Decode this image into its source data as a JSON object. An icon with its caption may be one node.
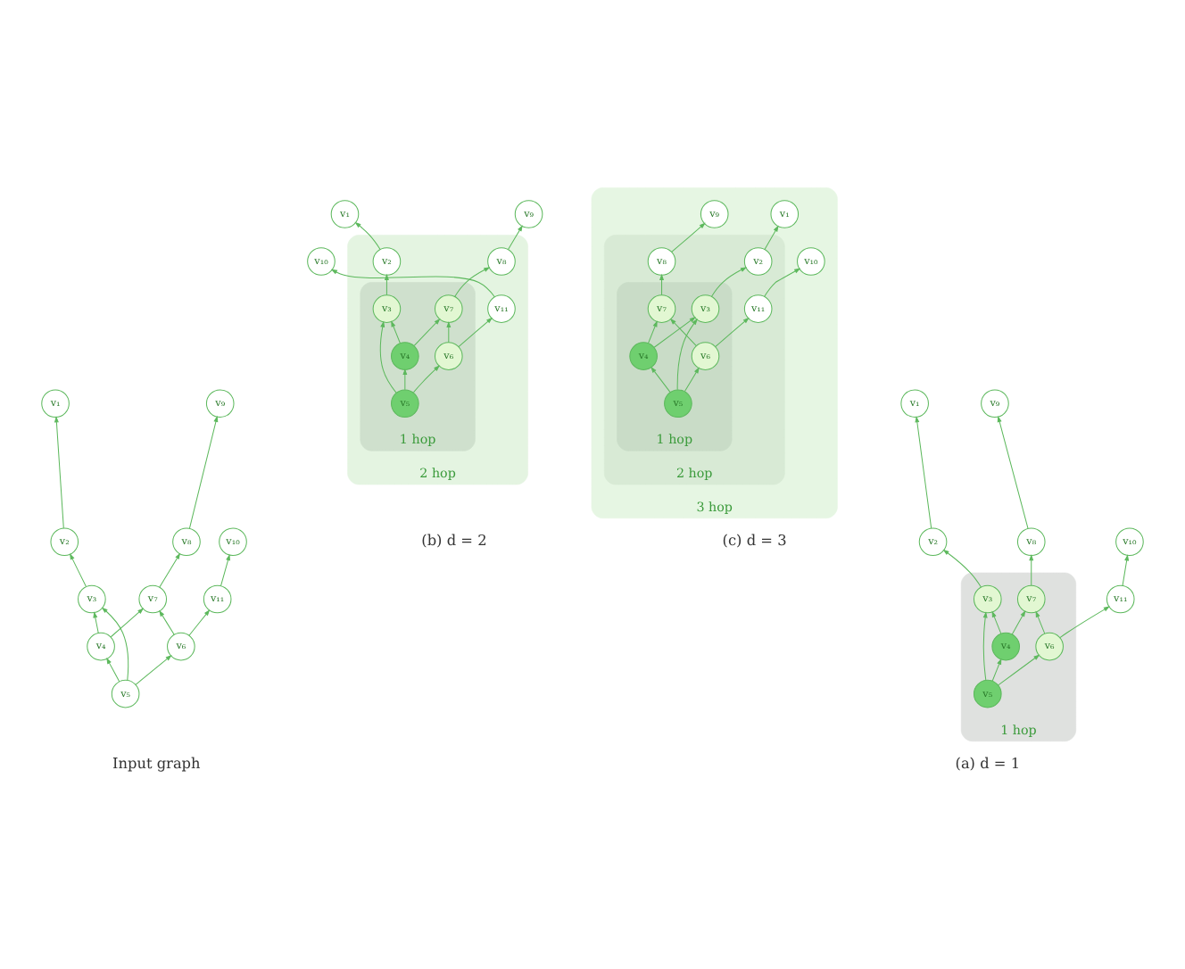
{
  "diagram": {
    "nodes": [
      {
        "text": [
          "v₁"
        ]
      },
      {
        "text": [
          "v₂"
        ]
      },
      {
        "text": [
          "v₃"
        ]
      },
      {
        "text": [
          "v₄"
        ]
      },
      {
        "text": [
          "v₅"
        ]
      },
      {
        "text": [
          "v₆"
        ]
      },
      {
        "text": [
          "v₇"
        ]
      },
      {
        "text": [
          "v₈"
        ]
      },
      {
        "text": [
          "v₉"
        ]
      },
      {
        "text": [
          "v₁₀"
        ]
      },
      {
        "text": [
          "v₁₁"
        ]
      },
      {
        "text": [
          "1 hop"
        ]
      },
      {
        "text": [
          "v₁"
        ]
      },
      {
        "text": [
          "v₂"
        ]
      },
      {
        "text": [
          "v₃"
        ],
        "in": 11
      },
      {
        "text": [
          "v₄"
        ],
        "in": 11
      },
      {
        "text": [
          "v₅"
        ],
        "in": 11
      },
      {
        "text": [
          "v₆"
        ],
        "in": 11
      },
      {
        "text": [
          "v₇"
        ],
        "in": 11
      },
      {
        "text": [
          "v₈"
        ]
      },
      {
        "text": [
          "v₉"
        ]
      },
      {
        "text": [
          "v₁₀"
        ]
      },
      {
        "text": [
          "v₁₁"
        ]
      },
      {
        "text": [
          "2 hop"
        ]
      },
      {
        "text": [
          "1 hop"
        ],
        "in": 23
      },
      {
        "text": [
          "v₁"
        ]
      },
      {
        "text": [
          "v₂"
        ],
        "in": 23
      },
      {
        "text": [
          "v₃"
        ],
        "in": 24
      },
      {
        "text": [
          "v₄"
        ],
        "in": 24
      },
      {
        "text": [
          "v₅"
        ],
        "in": 24
      },
      {
        "text": [
          "v₆"
        ],
        "in": 24
      },
      {
        "text": [
          "v₇"
        ],
        "in": 24
      },
      {
        "text": [
          "v₈"
        ],
        "in": 23
      },
      {
        "text": [
          "v₉"
        ]
      },
      {
        "text": [
          "v₁₀"
        ]
      },
      {
        "text": [
          "v₁₁"
        ],
        "in": 23
      },
      {
        "text": [
          "3 hop"
        ]
      },
      {
        "text": [
          "2 hop"
        ],
        "in": 36
      },
      {
        "text": [
          "1 hop"
        ],
        "in": 37
      },
      {
        "text": [
          "v₁"
        ],
        "in": 36
      },
      {
        "text": [
          "v₂"
        ],
        "in": 37
      },
      {
        "text": [
          "v₃"
        ],
        "in": 38
      },
      {
        "text": [
          "v₄"
        ],
        "in": 38
      },
      {
        "text": [
          "v₅"
        ],
        "in": 38
      },
      {
        "text": [
          "v₆"
        ],
        "in": 38
      },
      {
        "text": [
          "v₇"
        ],
        "in": 38
      },
      {
        "text": [
          "v₈"
        ],
        "in": 37
      },
      {
        "text": [
          "v₉"
        ],
        "in": 36
      },
      {
        "text": [
          "v₁₀"
        ],
        "in": 36
      },
      {
        "text": [
          "v₁₁"
        ],
        "in": 37
      }
    ],
    "edges": [
      {
        "from": 4,
        "to": 3,
        "arrow": "to"
      },
      {
        "from": 4,
        "to": 2,
        "arrow": "to"
      },
      {
        "from": 4,
        "to": 5,
        "arrow": "to"
      },
      {
        "from": 3,
        "to": 2,
        "arrow": "to"
      },
      {
        "from": 3,
        "to": 6,
        "arrow": "to"
      },
      {
        "from": 2,
        "to": 1,
        "arrow": "to"
      },
      {
        "from": 1,
        "to": 0,
        "arrow": "to"
      },
      {
        "from": 5,
        "to": 6,
        "arrow": "to"
      },
      {
        "from": 6,
        "to": 7,
        "arrow": "to"
      },
      {
        "from": 7,
        "to": 8,
        "arrow": "to"
      },
      {
        "from": 5,
        "to": 10,
        "arrow": "to"
      },
      {
        "from": 10,
        "to": 9,
        "arrow": "to"
      },
      {
        "from": 16,
        "to": 15,
        "arrow": "to"
      },
      {
        "from": 16,
        "to": 14,
        "arrow": "to"
      },
      {
        "from": 16,
        "to": 17,
        "arrow": "to"
      },
      {
        "from": 15,
        "to": 14,
        "arrow": "to"
      },
      {
        "from": 15,
        "to": 18,
        "arrow": "to"
      },
      {
        "from": 14,
        "to": 13,
        "arrow": "to"
      },
      {
        "from": 13,
        "to": 12,
        "arrow": "to"
      },
      {
        "from": 17,
        "to": 18,
        "arrow": "to"
      },
      {
        "from": 18,
        "to": 19,
        "arrow": "to"
      },
      {
        "from": 19,
        "to": 20,
        "arrow": "to"
      },
      {
        "from": 17,
        "to": 22,
        "arrow": "to"
      },
      {
        "from": 22,
        "to": 21,
        "arrow": "to"
      },
      {
        "from": 29,
        "to": 28,
        "arrow": "to"
      },
      {
        "from": 29,
        "to": 27,
        "arrow": "to"
      },
      {
        "from": 29,
        "to": 30,
        "arrow": "to"
      },
      {
        "from": 28,
        "to": 27,
        "arrow": "to"
      },
      {
        "from": 28,
        "to": 31,
        "arrow": "to"
      },
      {
        "from": 27,
        "to": 26,
        "arrow": "to"
      },
      {
        "from": 26,
        "to": 25,
        "arrow": "to"
      },
      {
        "from": 30,
        "to": 31,
        "arrow": "to"
      },
      {
        "from": 31,
        "to": 32,
        "arrow": "to"
      },
      {
        "from": 32,
        "to": 33,
        "arrow": "to"
      },
      {
        "from": 30,
        "to": 35,
        "arrow": "to"
      },
      {
        "from": 35,
        "to": 34,
        "arrow": "to"
      },
      {
        "from": 43,
        "to": 42,
        "arrow": "to"
      },
      {
        "from": 43,
        "to": 41,
        "arrow": "to"
      },
      {
        "from": 43,
        "to": 44,
        "arrow": "to"
      },
      {
        "from": 42,
        "to": 41,
        "arrow": "to"
      },
      {
        "from": 42,
        "to": 45,
        "arrow": "to"
      },
      {
        "from": 41,
        "to": 40,
        "arrow": "to"
      },
      {
        "from": 40,
        "to": 39,
        "arrow": "to"
      },
      {
        "from": 44,
        "to": 45,
        "arrow": "to"
      },
      {
        "from": 45,
        "to": 46,
        "arrow": "to"
      },
      {
        "from": 46,
        "to": 47,
        "arrow": "to"
      },
      {
        "from": 44,
        "to": 49,
        "arrow": "to"
      },
      {
        "from": 49,
        "to": 48,
        "arrow": "to"
      }
    ],
    "labels": [
      "Input graph",
      "(a) d = 1",
      "(b) d = 2",
      "(c) d = 3"
    ]
  }
}
